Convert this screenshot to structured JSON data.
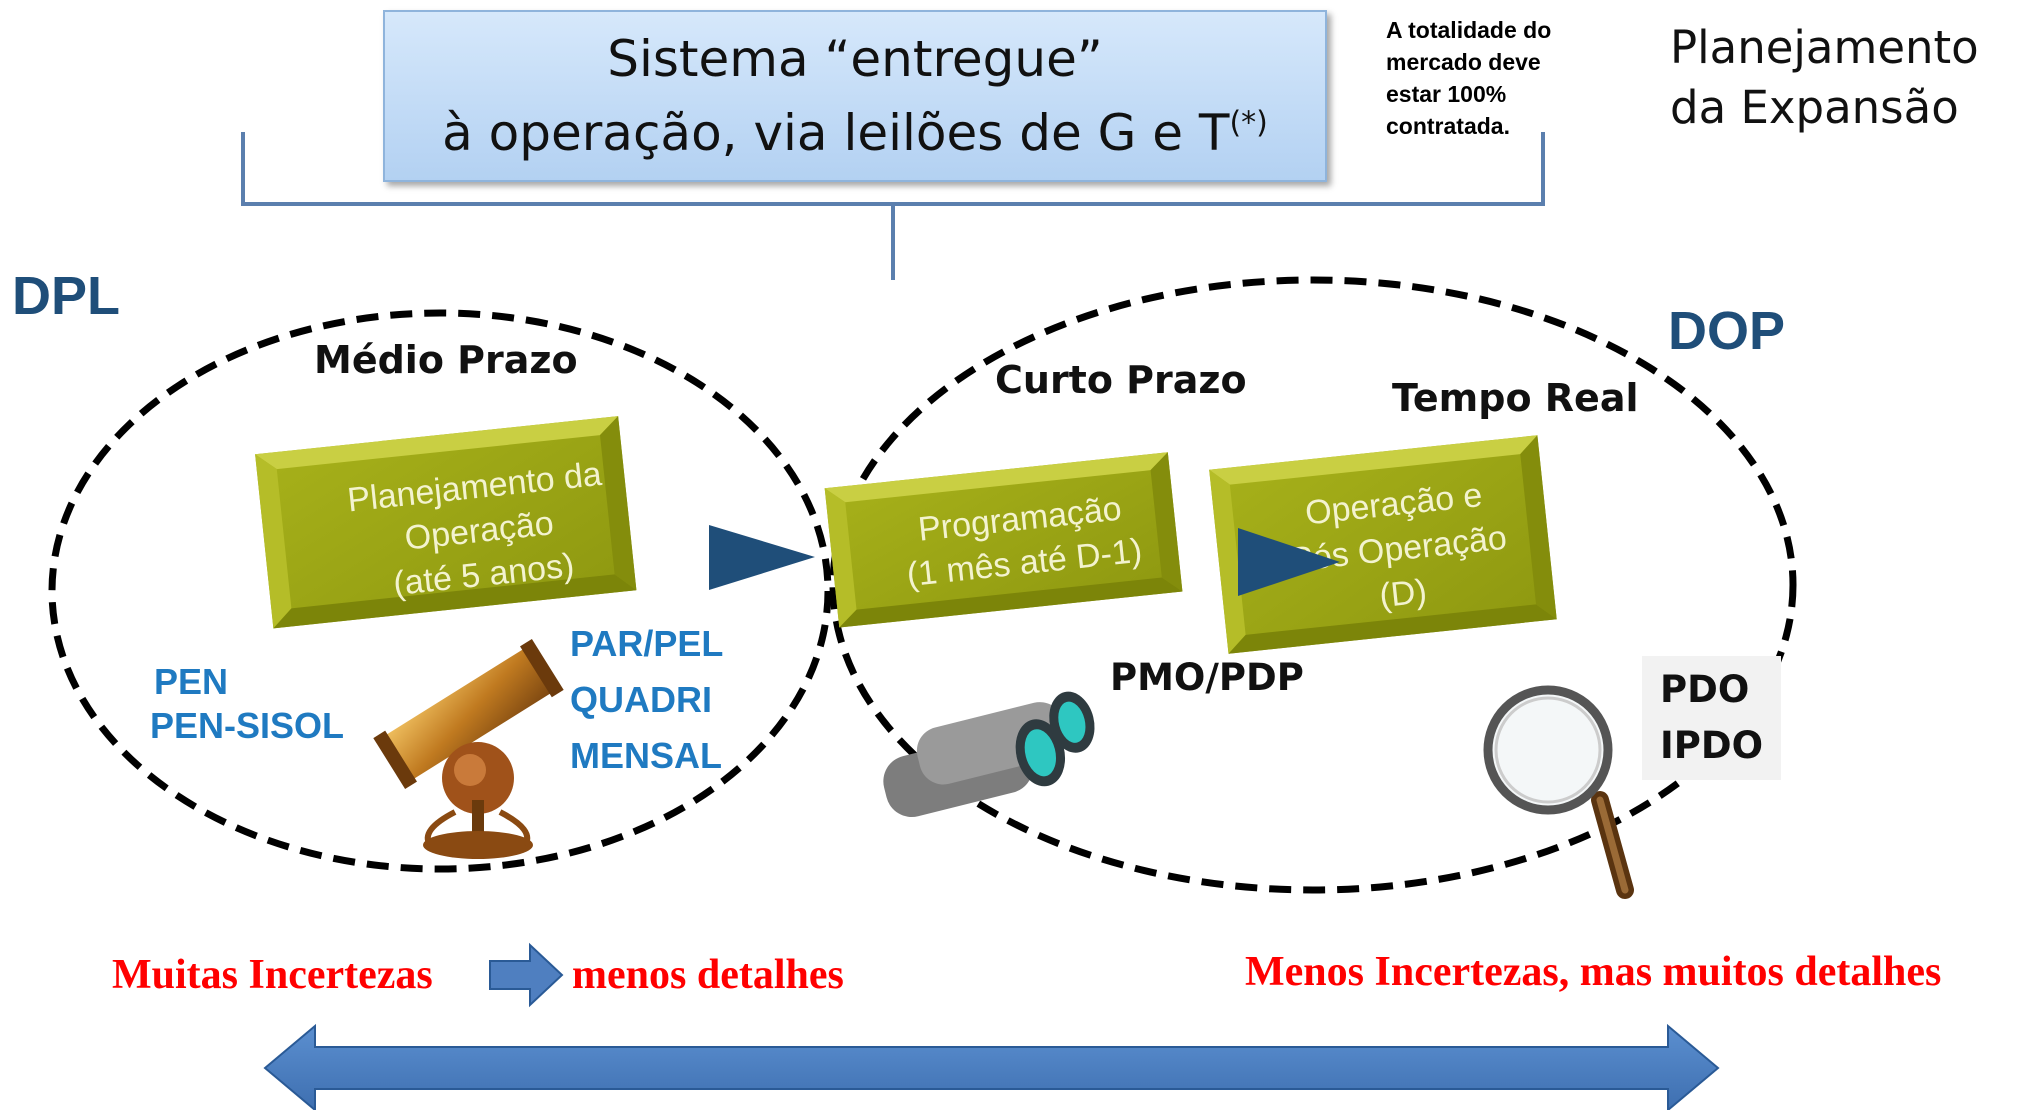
{
  "header": {
    "title_line1": "Sistema “entregue”",
    "title_line2": "à operação, via leilões de G e T",
    "title_footnote": "(*)",
    "note_lines": [
      "A totalidade do",
      "mercado deve",
      "estar 100%",
      "contratada."
    ],
    "expansion_lines": [
      "Planejamento",
      "da Expansão"
    ]
  },
  "groups": {
    "dpl": "DPL",
    "dop": "DOP"
  },
  "phases": [
    {
      "title": "Médio Prazo",
      "box_lines": [
        "Planejamento da",
        "Operação",
        "(até 5 anos)"
      ],
      "labels_left": [
        "PEN",
        "PEN-SISOL"
      ],
      "labels_right": [
        "PAR/PEL",
        "QUADRI",
        "MENSAL"
      ],
      "icon": "telescope-icon"
    },
    {
      "title": "Curto Prazo",
      "box_lines": [
        "Programação",
        "(1 mês até D-1)"
      ],
      "labels": [
        "PMO/PDP"
      ],
      "icon": "binoculars-icon"
    },
    {
      "title": "Tempo Real",
      "box_lines": [
        "Operação e",
        "Pós Operação",
        "(D)"
      ],
      "labels": [
        "PDO",
        "IPDO"
      ],
      "icon": "magnifier-icon"
    }
  ],
  "bottom": {
    "left_cause": "Muitas Incertezas",
    "left_effect": "menos detalhes",
    "right_text": "Menos Incertezas, mas muitos detalhes"
  },
  "colors": {
    "box_fill": "#9ba514",
    "box_light": "#c6cc3a",
    "group_label": "#1f4e79",
    "arrow": "#1f4e79",
    "double_arrow": "#4a7ec0",
    "red": "#ff0000",
    "blue_label": "#1f7ac1"
  }
}
